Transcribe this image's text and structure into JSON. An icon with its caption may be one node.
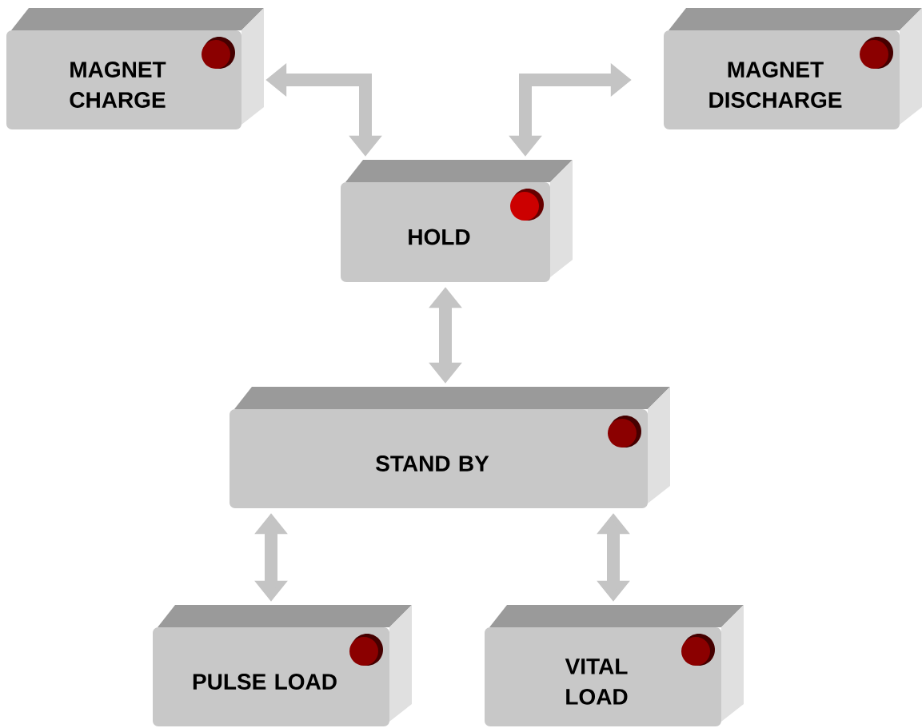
{
  "diagram": {
    "nodes": [
      {
        "text": [
          "MAGNET CHARGE"
        ]
      },
      {
        "text": [
          "MAGNET DISCHARGE"
        ]
      },
      {
        "text": [
          "HOLD"
        ]
      },
      {
        "text": [
          "STAND BY"
        ]
      },
      {
        "text": [
          "PULSE LOAD"
        ]
      },
      {
        "text": [
          "VITAL LOAD"
        ]
      }
    ],
    "edges": [
      {
        "from": 0,
        "to": 2,
        "arrow": "both"
      },
      {
        "from": 1,
        "to": 2,
        "arrow": "both"
      },
      {
        "from": 2,
        "to": 3,
        "arrow": "both"
      },
      {
        "from": 3,
        "to": 4,
        "arrow": "both"
      },
      {
        "from": 3,
        "to": 5,
        "arrow": "both"
      }
    ]
  }
}
